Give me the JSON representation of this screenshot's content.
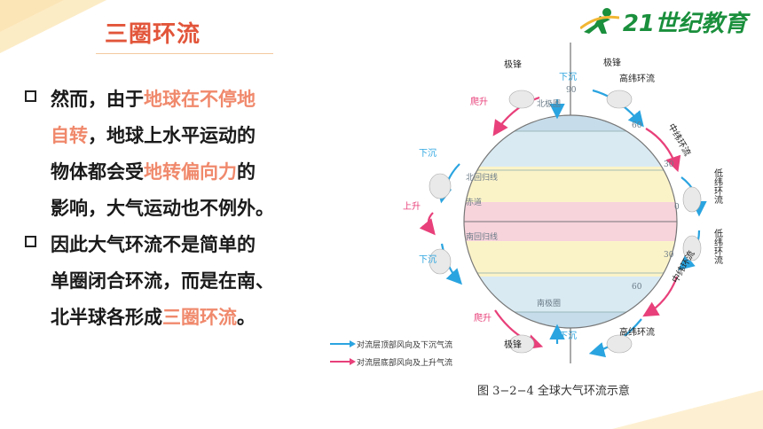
{
  "title": "三圈环流",
  "logo": {
    "text": "21世纪教育"
  },
  "bullets": [
    {
      "pre": "然而，由于",
      "hl1": "地球在不停地自转",
      "mid": "，地球上水平运动的物体都会受",
      "hl2": "地转偏向力",
      "post": "的影响，大气运动也不例外。",
      "lines": [
        "然而，由于",
        "地球在不停地",
        "自转",
        "，地球上水平运动的",
        "物体都会受",
        "地转偏向力",
        "的",
        "影响，大气运动也不例外。"
      ]
    },
    {
      "lines": [
        "因此大气环流不是简单的",
        "单圈闭合环流，而是在南、",
        "北半球各形成",
        "三圈环流",
        "。"
      ]
    }
  ],
  "figure": {
    "caption": "图 3−2−4   全球大气环流示意",
    "legend": [
      "对流层顶部风向及下沉气流",
      "对流层底部风向及上升气流"
    ],
    "labels": {
      "pole_high_n": "极锋",
      "descend_top": "下沉",
      "high_lat_n": "高纬环流",
      "mid_lat_n": "中纬环流",
      "rise_n": "爬升",
      "descend_left": "下沉",
      "low_lat_n": "低纬环流",
      "low_lat_s": "低纬环流",
      "rise_eq": "上升",
      "descend_left_s": "下沉",
      "mid_lat_s": "中纬环流",
      "rise_s": "爬升",
      "pole_high_s": "极锋",
      "descend_bottom": "下沉",
      "high_lat_s": "高纬环流",
      "arctic": "北极圈",
      "cancer": "北回归线",
      "equator": "赤道",
      "capricorn": "南回归线",
      "antarctic": "南极圈",
      "deg90": "90",
      "deg60n": "60",
      "deg30n": "30",
      "deg0": "0",
      "deg30s": "30",
      "deg60s": "60",
      "pole_top": "极锋"
    }
  },
  "colors": {
    "title": "#e2553a",
    "highlight": "#f0896c",
    "blue_arrow": "#2aa4e0",
    "pink_arrow": "#e8407a"
  }
}
